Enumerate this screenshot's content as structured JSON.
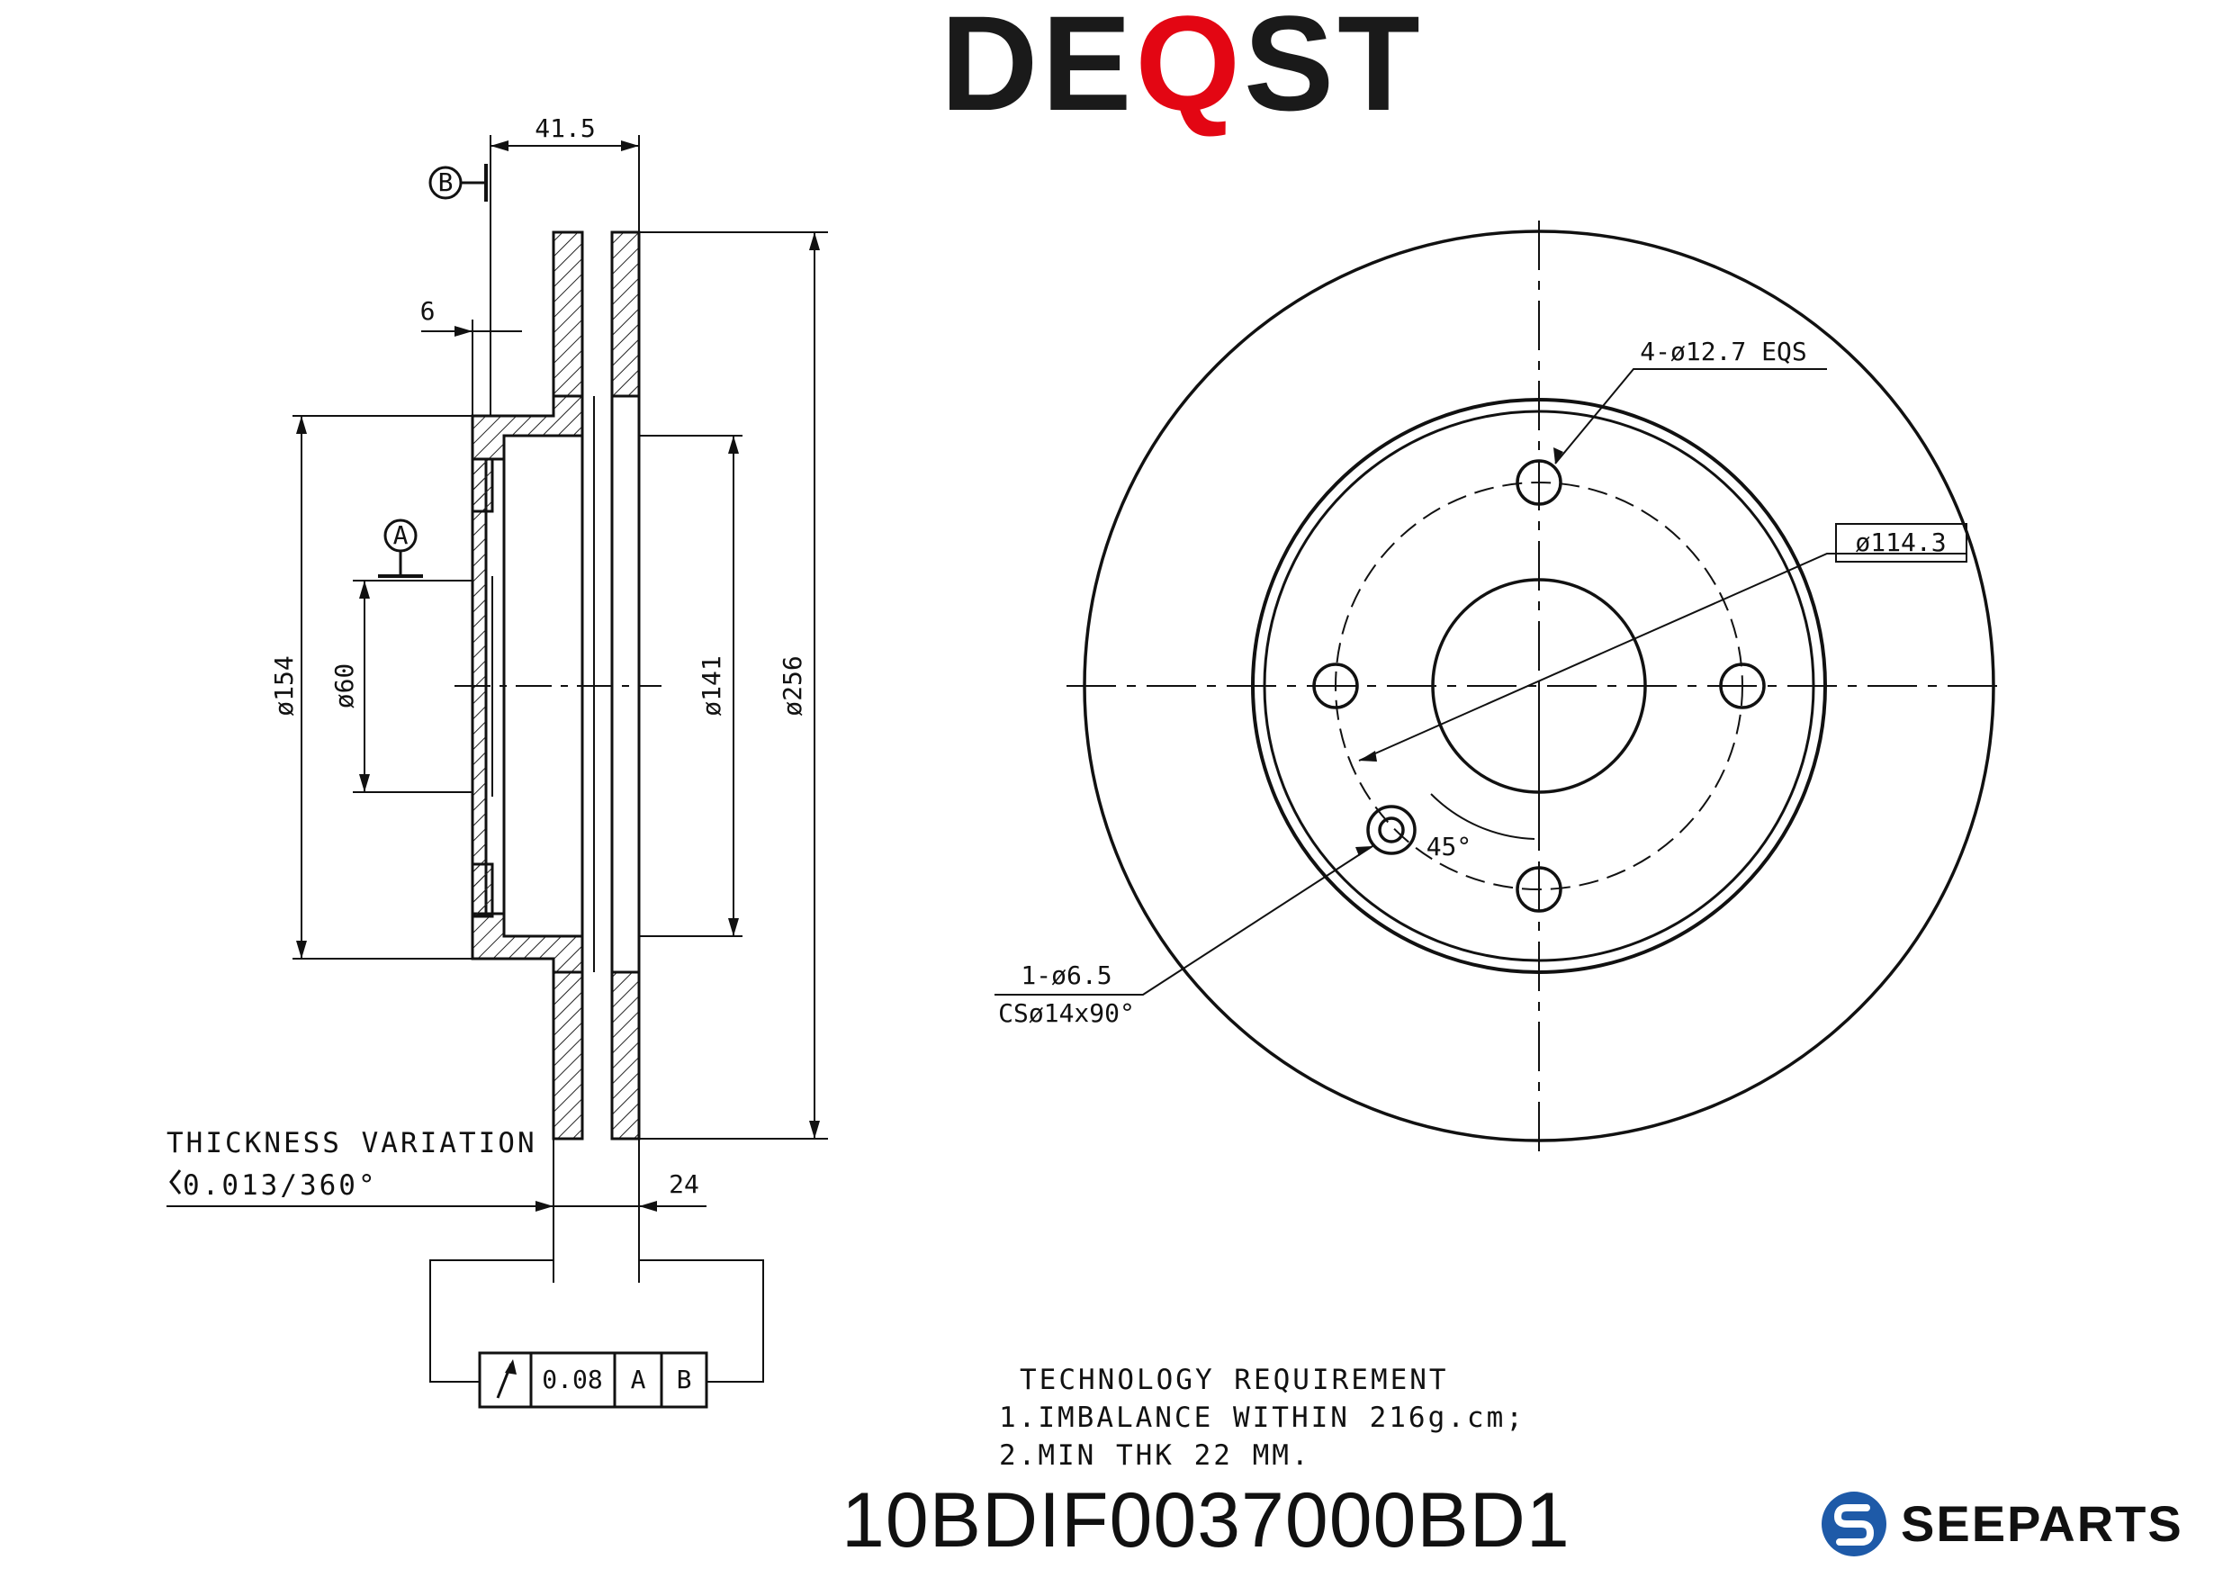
{
  "brand": {
    "pre": "DE",
    "accent": "Q",
    "post": "ST",
    "accent_color": "#e30613"
  },
  "dimensions": {
    "hub_height": "41.5",
    "flange": "6",
    "d154": "ø154",
    "d60": "ø60",
    "d141": "ø141",
    "d256": "ø256",
    "thickness": "24",
    "bolt_holes": "4-ø12.7 EQS",
    "pcd": "ø114.3",
    "angle": "45°",
    "pin_hole_1": "1-ø6.5",
    "pin_hole_2": "CSø14x90°"
  },
  "datums": {
    "a": "A",
    "b": "B"
  },
  "thickness_variation": {
    "title": "THICKNESS VARIATION",
    "value": "0.013/360°"
  },
  "tolerance_frame": {
    "value": "0.08",
    "datum_1": "A",
    "datum_2": "B"
  },
  "technology": {
    "title": "TECHNOLOGY REQUIREMENT",
    "line1": "1.IMBALANCE WITHIN 216g.cm;",
    "line2": "2.MIN THK 22 MM."
  },
  "part_number": "10BDIF0037000BD1",
  "seeparts": {
    "label": "SEEPARTS",
    "logo_color": "#1e5aa8"
  },
  "icons": {
    "runout": "runout-arrow-icon",
    "logo": "seeparts-logo-icon"
  }
}
